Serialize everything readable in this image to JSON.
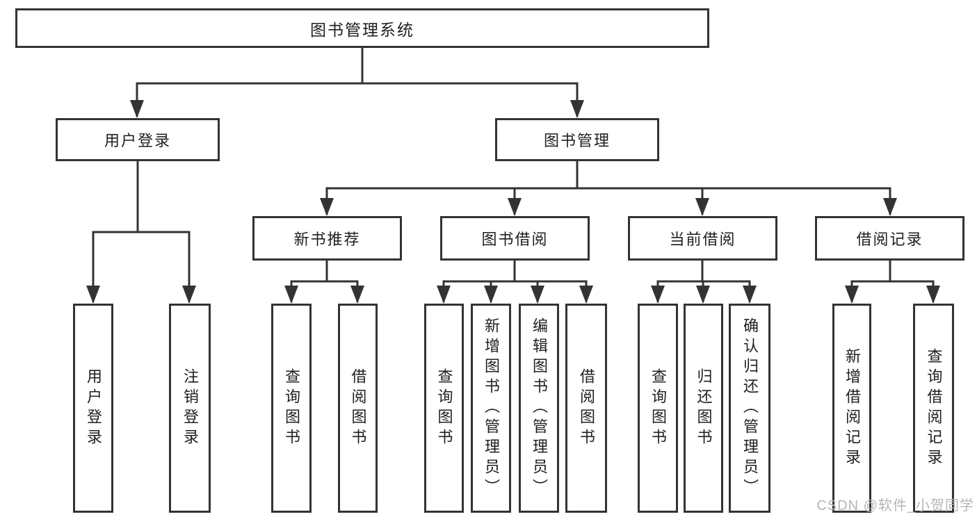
{
  "colors": {
    "line": "#333333",
    "box_border": "#333333",
    "box_background": "#ffffff",
    "text": "#1f1f1f",
    "watermark": "#b5b5b5"
  },
  "watermark": "CSDN @软件_小贺同学",
  "tree": {
    "root": "图书管理系统",
    "level2": {
      "user_login": "用户登录",
      "book_management": "图书管理"
    },
    "user_login_children": {
      "login": "用户登录",
      "logout": "注销登录"
    },
    "book_management_children": {
      "new_book_recommend": "新书推荐",
      "book_borrow": "图书借阅",
      "current_borrow": "当前借阅",
      "borrow_record": "借阅记录"
    },
    "new_book_recommend_children": {
      "query_books": "查询图书",
      "borrow_books": "借阅图书"
    },
    "book_borrow_children": {
      "query_books": "查询图书",
      "add_books": "新增图书（管理员）",
      "edit_books": "编辑图书（管理员）",
      "borrow_books": "借阅图书"
    },
    "current_borrow_children": {
      "query_books": "查询图书",
      "return_books": "归还图书",
      "confirm_return": "确认归还（管理员）"
    },
    "borrow_record_children": {
      "add_borrow_record": "新增借阅记录",
      "query_borrow_record": "查询借阅记录"
    }
  }
}
